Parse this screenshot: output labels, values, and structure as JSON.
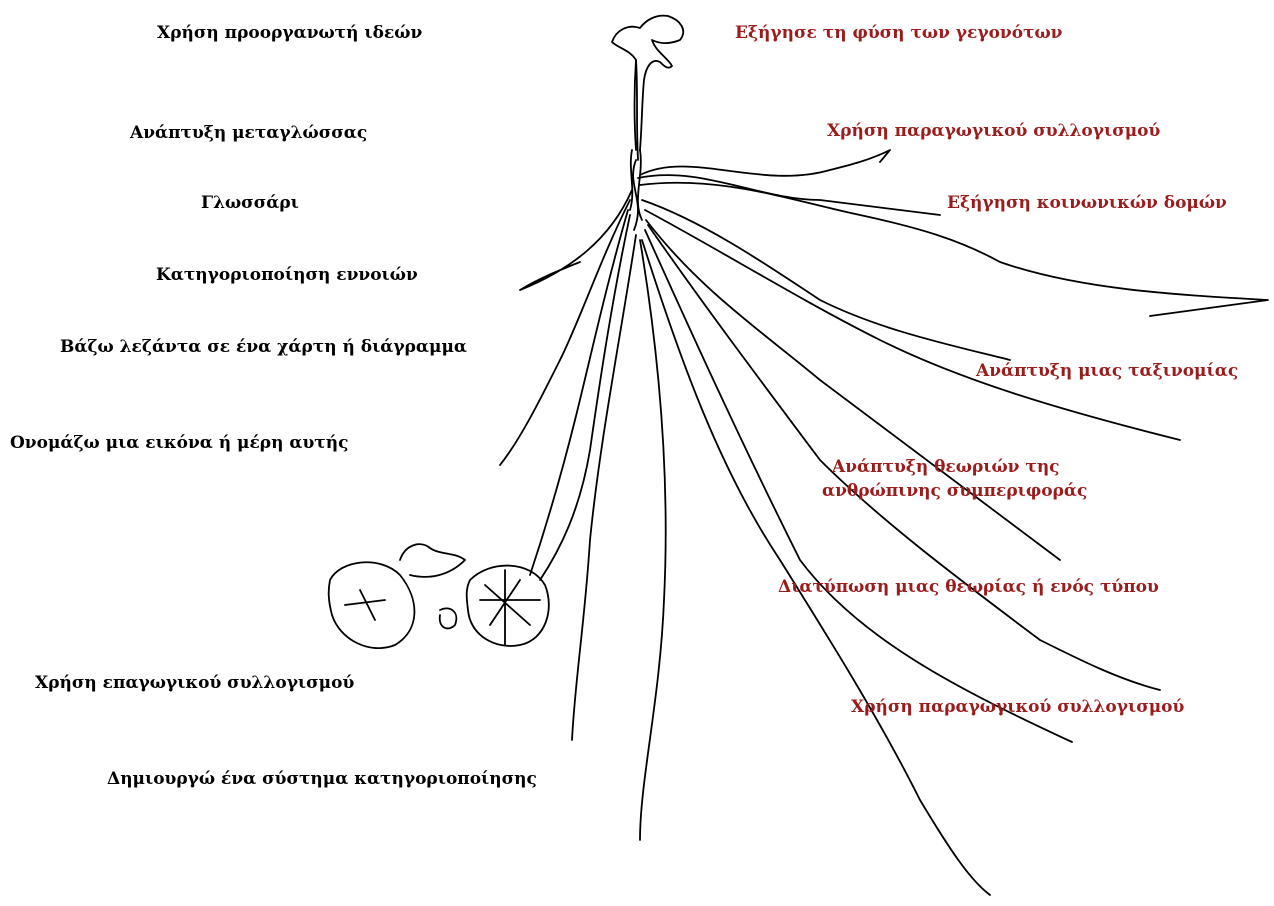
{
  "left_labels": [
    "Χρήση προοργανωτή ιδεών",
    "Ανάπτυξη μεταγλώσσας",
    "Γλωσσάρι",
    "Κατηγοριοποίηση εννοιών",
    "Βάζω λεζάντα σε ένα χάρτη ή διάγραμμα",
    "Ονομάζω μια εικόνα ή μέρη αυτής",
    "Χρήση επαγωγικού συλλογισμού",
    "Δημιουργώ ένα σύστημα κατηγοριοποίησης"
  ],
  "right_labels": [
    "Εξήγησε τη φύση των γεγονότων",
    "Χρήση παραγωγικού συλλογισμού",
    "Εξήγηση κοινωνικών δομών",
    "Ανάπτυξη μιας ταξινομίας",
    "Ανάπτυξη θεωριών της",
    "ανθρώπινης συμπεριφοράς",
    "Διατύπωση μιας θεωρίας ή ενός τύπου",
    "Χρήση παραγωγικού συλλογισμού"
  ],
  "colors": {
    "left_text": "#000000",
    "right_text": "#9b1c1c",
    "drawing": "#000000"
  }
}
